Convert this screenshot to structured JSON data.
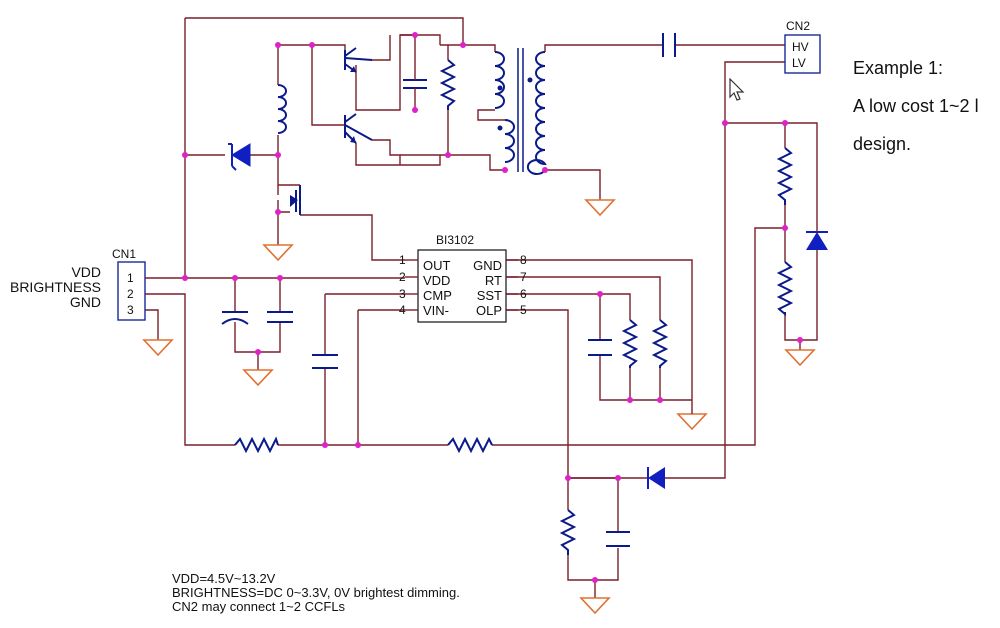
{
  "side_text": {
    "line1": "Example 1:",
    "line2": "A low cost 1~2 l",
    "line3": "design."
  },
  "ic": {
    "name": "BI3102",
    "left_pins": [
      {
        "num": "1",
        "label": "OUT"
      },
      {
        "num": "2",
        "label": "VDD"
      },
      {
        "num": "3",
        "label": "CMP"
      },
      {
        "num": "4",
        "label": "VIN-"
      }
    ],
    "right_pins": [
      {
        "num": "8",
        "label": "GND"
      },
      {
        "num": "7",
        "label": "RT"
      },
      {
        "num": "6",
        "label": "SST"
      },
      {
        "num": "5",
        "label": "OLP"
      }
    ]
  },
  "cn1": {
    "name": "CN1",
    "pins": [
      "1",
      "2",
      "3"
    ],
    "signals": [
      "VDD",
      "BRIGHTNESS",
      "GND"
    ]
  },
  "cn2": {
    "name": "CN2",
    "pins": [
      "HV",
      "LV"
    ]
  },
  "notes": [
    "VDD=4.5V~13.2V",
    "BRIGHTNESS=DC 0~3.3V, 0V brightest dimming.",
    "CN2 may connect 1~2 CCFLs"
  ],
  "colors": {
    "wire": "#7a1f2b",
    "component": "#0a1a8a",
    "diode": "#1020c0",
    "node": "#e020c8",
    "ground": "#e07030"
  },
  "icons": {
    "cursor": "mouse-pointer-icon",
    "ground": "ground-icon"
  }
}
